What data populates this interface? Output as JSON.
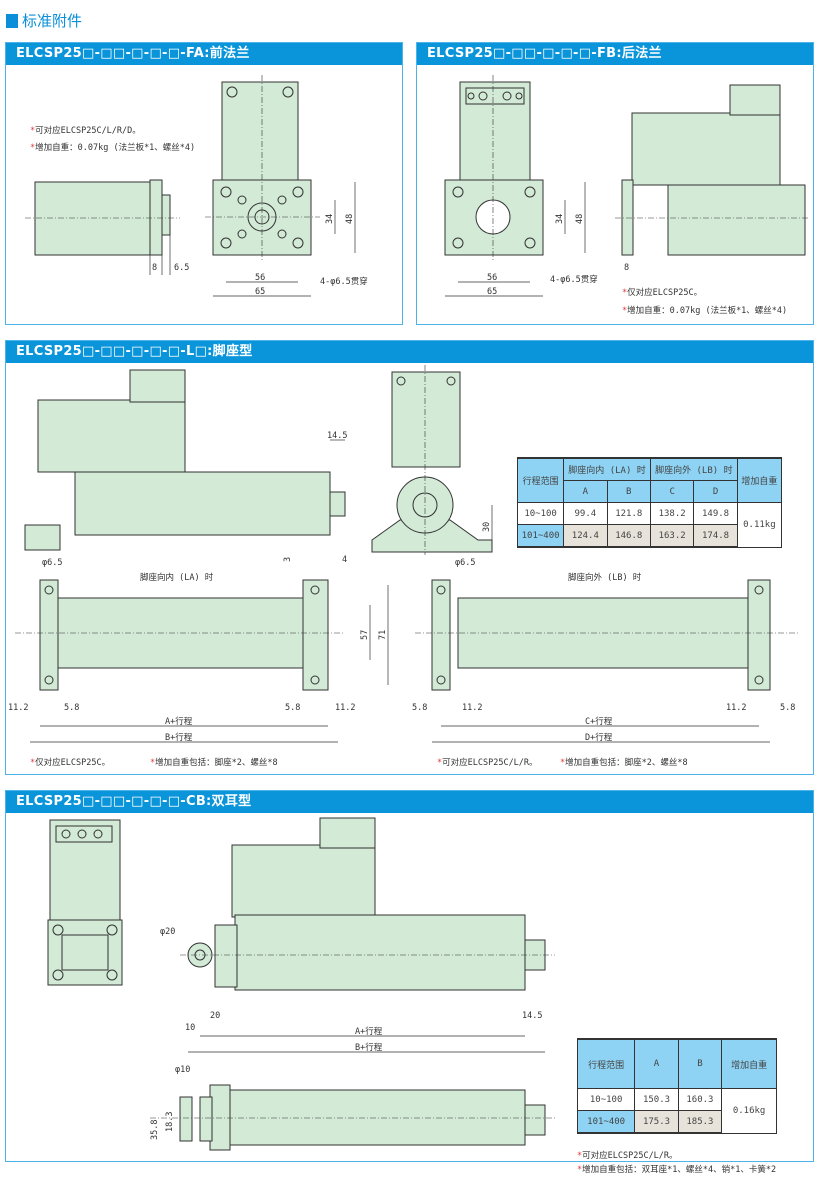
{
  "page_title": "标准附件",
  "sections": {
    "fa": {
      "title": "ELCSP25□-□□-□-□-□-FA:前法兰",
      "notes": [
        "可对应ELCSP25C/L/R/D。",
        "增加自重：0.07kg (法兰板*1、螺丝*4)"
      ],
      "dims": [
        "8",
        "6.5",
        "34",
        "48",
        "56",
        "65",
        "4-φ6.5贯穿"
      ]
    },
    "fb": {
      "title": "ELCSP25□-□□-□-□-□-FB:后法兰",
      "notes": [
        "仅对应ELCSP25C。",
        "增加自重：0.07kg (法兰板*1、螺丝*4)"
      ],
      "dims": [
        "34",
        "48",
        "56",
        "65",
        "4-φ6.5贯穿",
        "8"
      ]
    },
    "l": {
      "title": "ELCSP25□-□□-□-□-□-L□:脚座型",
      "dims": [
        "14.5",
        "3",
        "4",
        "30",
        "φ6.5",
        "57",
        "71",
        "11.2",
        "5.8",
        "5.8",
        "11.2",
        "A+行程",
        "B+行程",
        "φ6.5",
        "5.8",
        "11.2",
        "11.2",
        "5.8",
        "C+行程",
        "D+行程"
      ],
      "view_la": "脚座向内 (LA) 时",
      "view_lb": "脚座向外 (LB) 时",
      "notes_left": [
        "仅对应ELCSP25C。",
        "增加自重包括：脚座*2、螺丝*8"
      ],
      "notes_right": [
        "可对应ELCSP25C/L/R。",
        "增加自重包括：脚座*2、螺丝*8"
      ],
      "table": {
        "h_range": "行程范围",
        "h_la": "脚座向内 (LA) 时",
        "h_lb": "脚座向外 (LB) 时",
        "h_weight": "增加自重",
        "cols": [
          "A",
          "B",
          "C",
          "D"
        ],
        "rows": [
          {
            "range": "10~100",
            "values": [
              "99.4",
              "121.8",
              "138.2",
              "149.8"
            ]
          },
          {
            "range": "101~400",
            "values": [
              "124.4",
              "146.8",
              "163.2",
              "174.8"
            ]
          }
        ],
        "weight": "0.11kg"
      }
    },
    "cb": {
      "title": "ELCSP25□-□□-□-□-□-CB:双耳型",
      "dims": [
        "φ20",
        "10",
        "20",
        "14.5",
        "A+行程",
        "B+行程",
        "φ10",
        "35.8",
        "18.3"
      ],
      "table": {
        "h_range": "行程范围",
        "cols": [
          "A",
          "B"
        ],
        "h_weight": "增加自重",
        "rows": [
          {
            "range": "10~100",
            "values": [
              "150.3",
              "160.3"
            ]
          },
          {
            "range": "101~400",
            "values": [
              "175.3",
              "185.3"
            ]
          }
        ],
        "weight": "0.16kg"
      },
      "notes": [
        "可对应ELCSP25C/L/R。",
        "增加自重包括：双耳座*1、螺丝*4、销*1、卡簧*2"
      ]
    }
  },
  "colors": {
    "accent": "#0a95da",
    "part": "#d2ead6",
    "table_head": "#8ed3f3"
  }
}
